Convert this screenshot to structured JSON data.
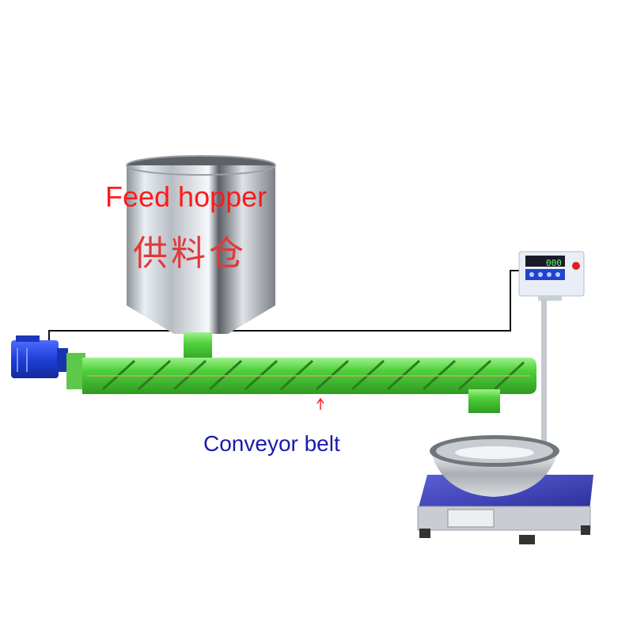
{
  "labels": {
    "feed_hopper_en": "Feed hopper",
    "feed_hopper_zh": "供料仓",
    "conveyor_belt": "Conveyor belt"
  },
  "scale_display": {
    "reading": "000"
  },
  "colors": {
    "hopper_label": "#ff1a1a",
    "conveyor_label": "#1a1ab0",
    "pipe_green": "#4fd13a",
    "motor_blue": "#1f3fd8",
    "scale_platform": "#3a3fb8",
    "wire": "#111111"
  }
}
